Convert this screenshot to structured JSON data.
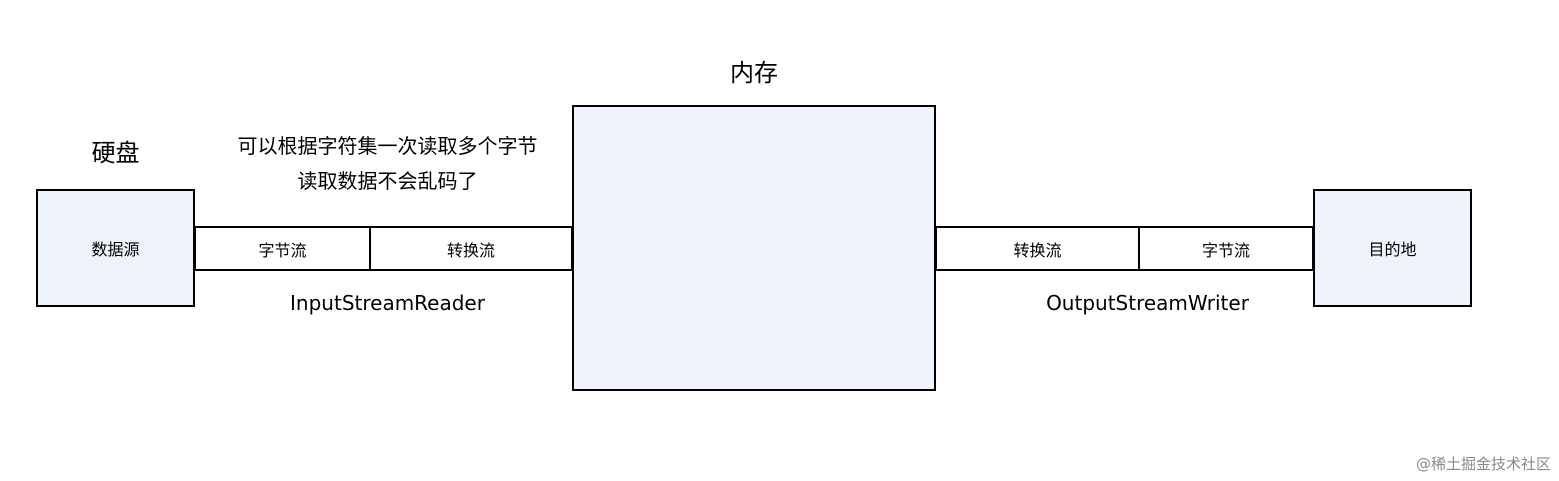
{
  "disk": {
    "title": "硬盘",
    "box_label": "数据源"
  },
  "memory": {
    "title": "内存"
  },
  "destination": {
    "box_label": "目的地"
  },
  "input_side": {
    "byte_stream": "字节流",
    "converter": "转换流",
    "class_name": "InputStreamReader",
    "description_line1": "可以根据字符集一次读取多个字节",
    "description_line2": "读取数据不会乱码了"
  },
  "output_side": {
    "converter": "转换流",
    "byte_stream": "字节流",
    "class_name": "OutputStreamWriter"
  },
  "watermark": "@稀土掘金技术社区",
  "colors": {
    "box_fill": "#eef2fa",
    "border": "#000000",
    "watermark": "#8a8a8a"
  }
}
